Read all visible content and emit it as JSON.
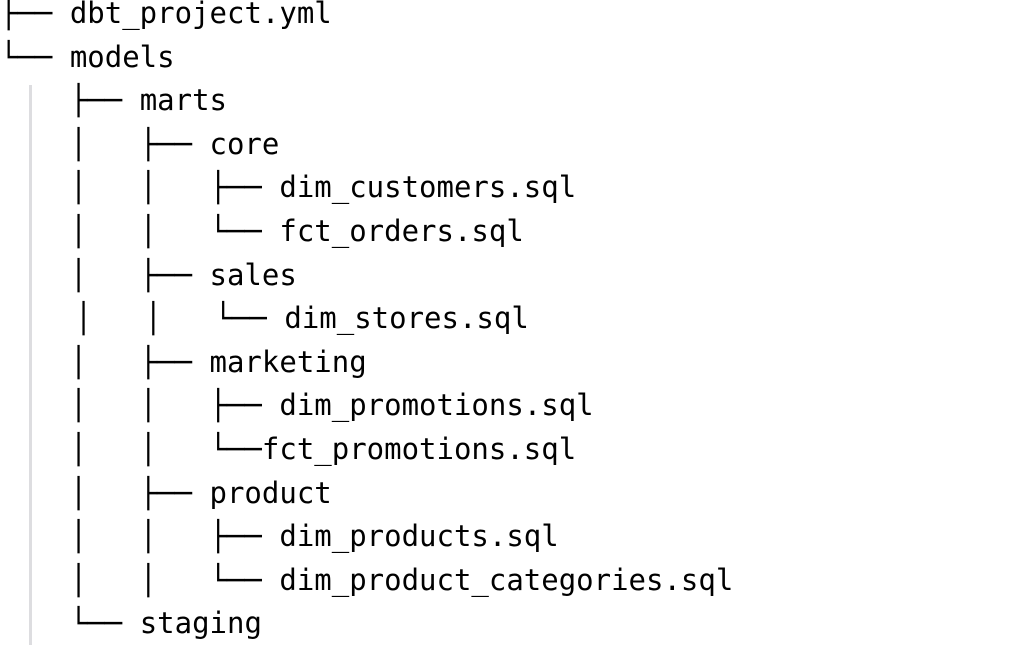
{
  "document": {
    "kind": "ascii-directory-tree",
    "title": "dbt project directory tree",
    "colors": {
      "text": "#000000",
      "background": "#ffffff",
      "gutter_rule": "#dddde0"
    }
  },
  "tree": {
    "rows": [
      {
        "prefix": "├── ",
        "name": "dbt_project.yml",
        "depth": 1,
        "type": "file",
        "nudge": false
      },
      {
        "prefix": "└── ",
        "name": "models",
        "depth": 1,
        "type": "directory",
        "nudge": false
      },
      {
        "prefix": "    ├── ",
        "name": "marts",
        "depth": 2,
        "type": "directory",
        "nudge": false
      },
      {
        "prefix": "    │   ├── ",
        "name": "core",
        "depth": 3,
        "type": "directory",
        "nudge": false
      },
      {
        "prefix": "    │   │   ├── ",
        "name": "dim_customers.sql",
        "depth": 4,
        "type": "file",
        "nudge": false
      },
      {
        "prefix": "    │   │   └── ",
        "name": "fct_orders.sql",
        "depth": 4,
        "type": "file",
        "nudge": false
      },
      {
        "prefix": "    │   ├── ",
        "name": "sales",
        "depth": 3,
        "type": "directory",
        "nudge": false
      },
      {
        "prefix": "    │   │   └── ",
        "name": "dim_stores.sql",
        "depth": 4,
        "type": "file",
        "nudge": true
      },
      {
        "prefix": "    │   ├── ",
        "name": "marketing",
        "depth": 3,
        "type": "directory",
        "nudge": false
      },
      {
        "prefix": "    │   │   ├── ",
        "name": "dim_promotions.sql",
        "depth": 4,
        "type": "file",
        "nudge": false
      },
      {
        "prefix": "    │   │   └──",
        "name": "fct_promotions.sql",
        "depth": 4,
        "type": "file",
        "nudge": false
      },
      {
        "prefix": "    │   ├── ",
        "name": "product",
        "depth": 3,
        "type": "directory",
        "nudge": false
      },
      {
        "prefix": "    │   │   ├── ",
        "name": "dim_products.sql",
        "depth": 4,
        "type": "file",
        "nudge": false
      },
      {
        "prefix": "    │   │   └── ",
        "name": "dim_product_categories.sql",
        "depth": 4,
        "type": "file",
        "nudge": false
      },
      {
        "prefix": "    └── ",
        "name": "staging",
        "depth": 2,
        "type": "directory",
        "nudge": false
      }
    ]
  }
}
